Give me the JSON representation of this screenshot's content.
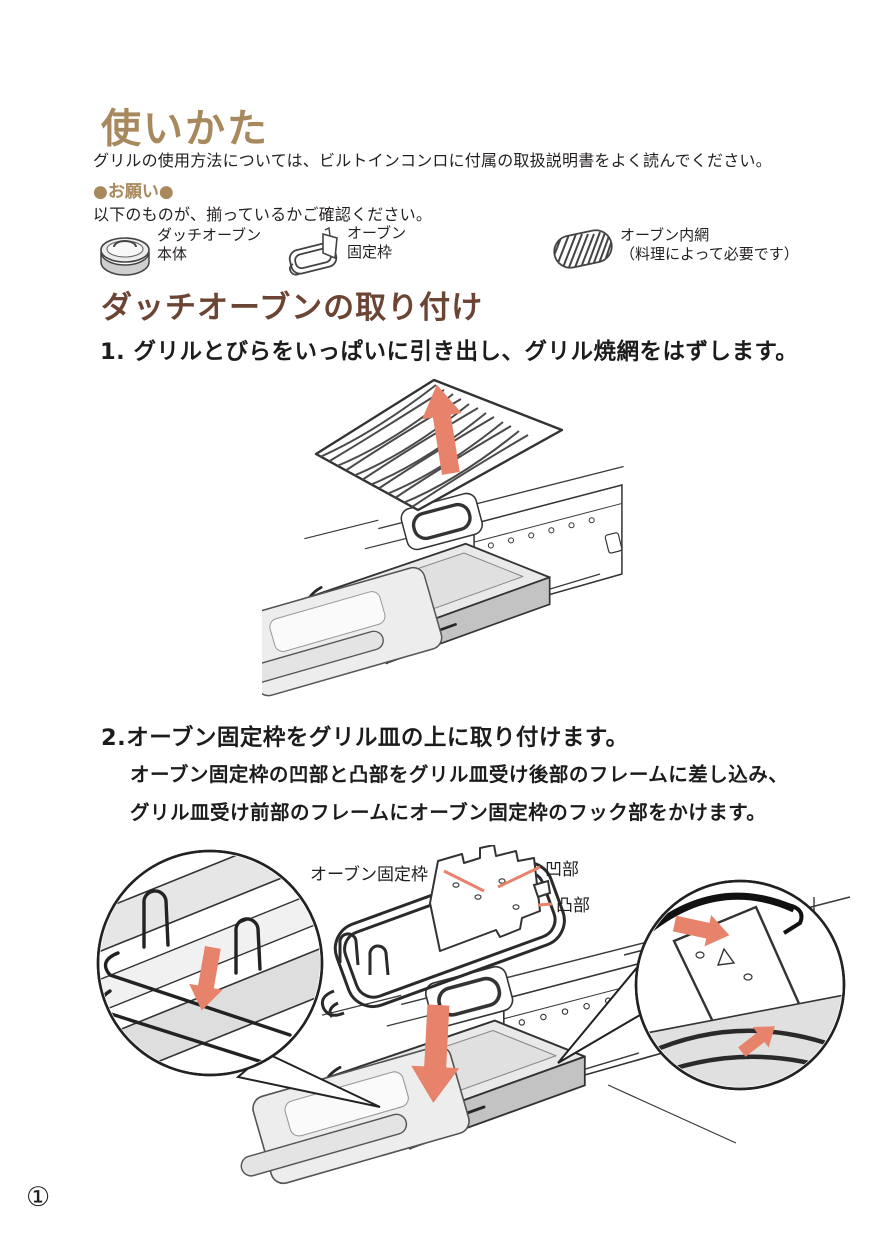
{
  "page": {
    "title": "使いかた",
    "intro": "グリルの使用方法については、ビルトインコンロに付属の取扱説明書をよく読んでください。",
    "request_label": "●お願い●",
    "check_text": "以下のものが、揃っているかご確認ください。",
    "page_number": "①"
  },
  "parts": [
    {
      "icon": "dutch-oven-icon",
      "line1": "ダッチオーブン",
      "line2": "本体"
    },
    {
      "icon": "oven-frame-icon",
      "line1": "オーブン",
      "line2": "固定枠"
    },
    {
      "icon": "oven-net-icon",
      "line1": "オーブン内網",
      "line2": "（料理によって必要です）"
    }
  ],
  "section": {
    "title": "ダッチオーブンの取り付け"
  },
  "steps": [
    {
      "text": "1. グリルとびらをいっぱいに引き出し、グリル焼網をはずします。"
    },
    {
      "text": "2.オーブン固定枠をグリル皿の上に取り付けます。",
      "detail_line1": "オーブン固定枠の凹部と凸部をグリル皿受け後部のフレームに差し込み、",
      "detail_line2": "グリル皿受け前部のフレームにオーブン固定枠のフック部をかけます。"
    }
  ],
  "figure2_labels": {
    "frame": "オーブン固定枠",
    "concave": "凹部",
    "convex": "凸部"
  },
  "colors": {
    "title_tan": "#a8895e",
    "heading_brown": "#6b4434",
    "arrow_salmon": "#e8836b",
    "line_dark": "#333333"
  }
}
